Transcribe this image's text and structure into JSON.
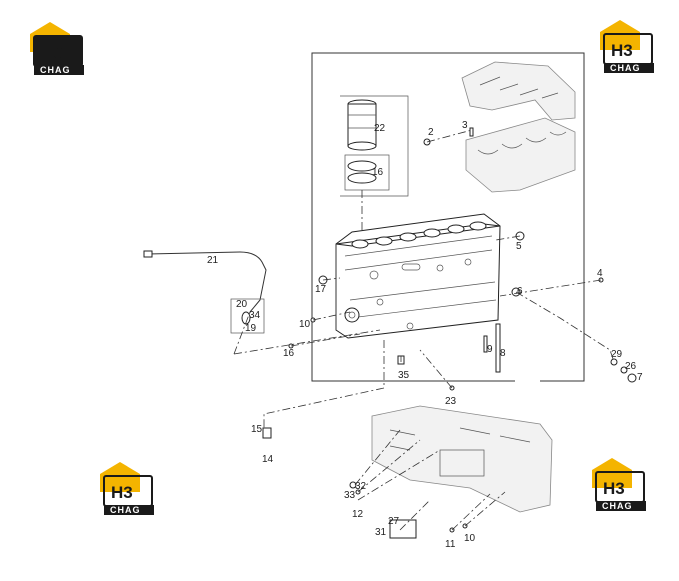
{
  "logos": [
    {
      "mark": "H3",
      "text": "CHAG"
    },
    {
      "mark": "H3",
      "text": "CHAG"
    },
    {
      "mark": "H3",
      "text": "CHAG"
    },
    {
      "mark": "H3",
      "text": "CHAG"
    }
  ],
  "brand_color": "#f4b400",
  "callouts": [
    "22",
    "16",
    "2",
    "3",
    "5",
    "21",
    "4",
    "6",
    "17",
    "20",
    "34",
    "19",
    "10",
    "16",
    "9",
    "8",
    "29",
    "26",
    "7",
    "35",
    "23",
    "15",
    "14",
    "32",
    "33",
    "12",
    "27",
    "31",
    "11",
    "10"
  ]
}
